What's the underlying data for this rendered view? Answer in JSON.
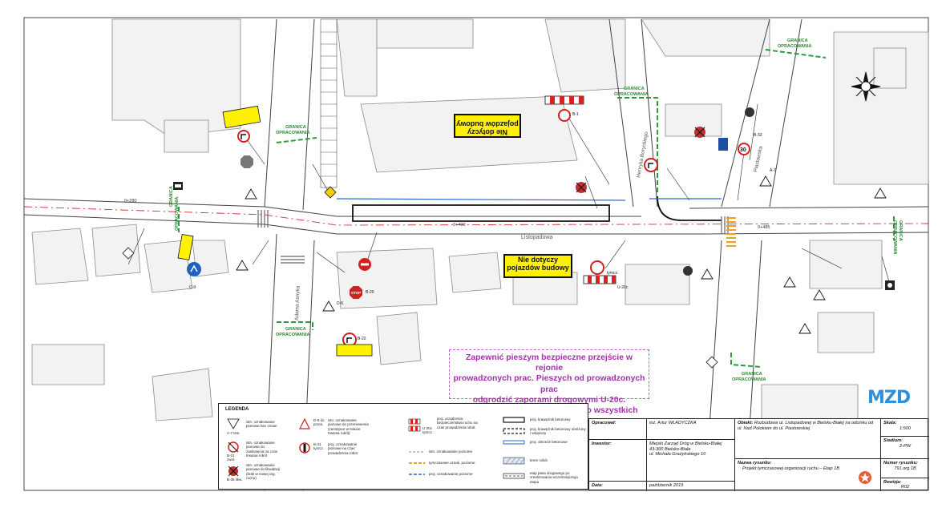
{
  "notices": {
    "nie_dotyczy_1": [
      "Nie dotyczy",
      "pojazdów budowy"
    ],
    "nie_dotyczy_2": [
      "Nie dotyczy",
      "pojazdów budowy"
    ]
  },
  "callout": [
    "Zapewnić pieszym bezpieczne przejście w rejonie",
    "prowadzonych prac. Pieszych od prowadzonych prac",
    "odgrodzić zaporami drogowymi U-20c.",
    "Umożliwić bezpieczne dojście do wszystkich posesji."
  ],
  "map_labels": {
    "granica_1": [
      "GRANICA",
      "OPRACOWANIA"
    ],
    "granica_2": [
      "GRANICA",
      "OPRACOWANIA"
    ],
    "granica_3": [
      "GRANICA",
      "OPRACOWANIA"
    ],
    "granica_4": [
      "GRANICA",
      "OPRACOWANIA"
    ],
    "granica_5": [
      "GRANICA",
      "OPRACOWANIA"
    ],
    "granica_6": [
      "GRANICA",
      "OPRACOWANIA"
    ],
    "granica_7": [
      "GRANICA",
      "OPRACOWANIA"
    ],
    "street_listopadowa": "Listopadowa",
    "street_adama": "Adama Asnyka",
    "street_boryckiego": "Henryka Boryckiego",
    "street_piastowska": "Piastowska",
    "sign_b1": "B-1",
    "sign_b20": "B-20",
    "sign_b22": "B-22",
    "sign_b33": "B-33",
    "sign_a7": "A-7",
    "sign_d6": "D-6",
    "sign_c9": "C-9",
    "sign_u20c": "U-20c",
    "sign_tymcz": "tymcz.",
    "station_1": "0+280",
    "station_2": "0+400",
    "station_3": "0+485",
    "speed": "30"
  },
  "logo": "MZD",
  "legend": {
    "title": "LEGENDA",
    "items": [
      {
        "code": "A-7 istn.",
        "text": "istn. oznakowanie pionowe bez zmian"
      },
      {
        "code": "B-21 zwol.",
        "text": "istn. oznakowanie pionowe do zasłonięcia na czas trwania robót"
      },
      {
        "code": "B-36 likw.",
        "text": "istn. oznakowanie pionowe do likwidacji (brak w nowej org. ruchu)"
      },
      {
        "code": "D-6 do przen.",
        "text": "istn. oznakowanie pionowe do przeniesienia (zamiejsce w trakcie trwania robót)"
      },
      {
        "code": "B-41 tymcz.",
        "text": "proj. oznakowanie pionowe na czas prowadzenia robót"
      },
      {
        "code": "U-20c tymcz.",
        "text": "proj. urządzenia bezpieczeństwa ruchu na czas prowadzenia robót"
      },
      {
        "code": "",
        "text": "proj. krawężnik betonowy"
      },
      {
        "code": "",
        "text": "proj. krawężnik betonowy obniżony / wtopiony"
      },
      {
        "code": "",
        "text": "proj. obrzeże betonowe"
      },
      {
        "code": "",
        "text": "istn. oznakowanie poziome"
      },
      {
        "code": "",
        "text": "tymczasowe oznak. poziome"
      },
      {
        "code": "",
        "text": "proj. oznakowanie poziome"
      },
      {
        "code": "",
        "text": "teren robót"
      },
      {
        "code": "",
        "text": "etap pasa drogowego po zrealizowaniu wcześniejszego etapu"
      }
    ]
  },
  "title_block": {
    "opracowal_label": "Opracował:",
    "opracowal_value": "inż. Artur WŁADYCZKA",
    "inwestor_label": "Inwestor:",
    "inwestor_value": [
      "Miejski Zarząd Dróg w Bielsku-Białej",
      "43-300 Bielsko-Biała",
      "ul. Michała Grażyńskiego 10"
    ],
    "data_label": "Data:",
    "data_value": "październik 2019",
    "obiekt_label": "Obiekt:",
    "obiekt_value": "Rozbudowa ul. Listopadowej w Bielsku-Białej na odcinku od ul. Nad Potokiem do ul. Piastowskiej",
    "nazwa_label": "Nazwa rysunku:",
    "nazwa_value": "Projekt tymczasowej organizacji ruchu – Etap 1B",
    "skala_label": "Skala:",
    "skala_value": "1:500",
    "stadium_label": "Stadium:",
    "stadium_value": "2-PW",
    "numer_label": "Numer rysunku:",
    "numer_value": "791.org.1B",
    "rewizja_label": "Rewizja:",
    "rewizja_value": "R02"
  }
}
